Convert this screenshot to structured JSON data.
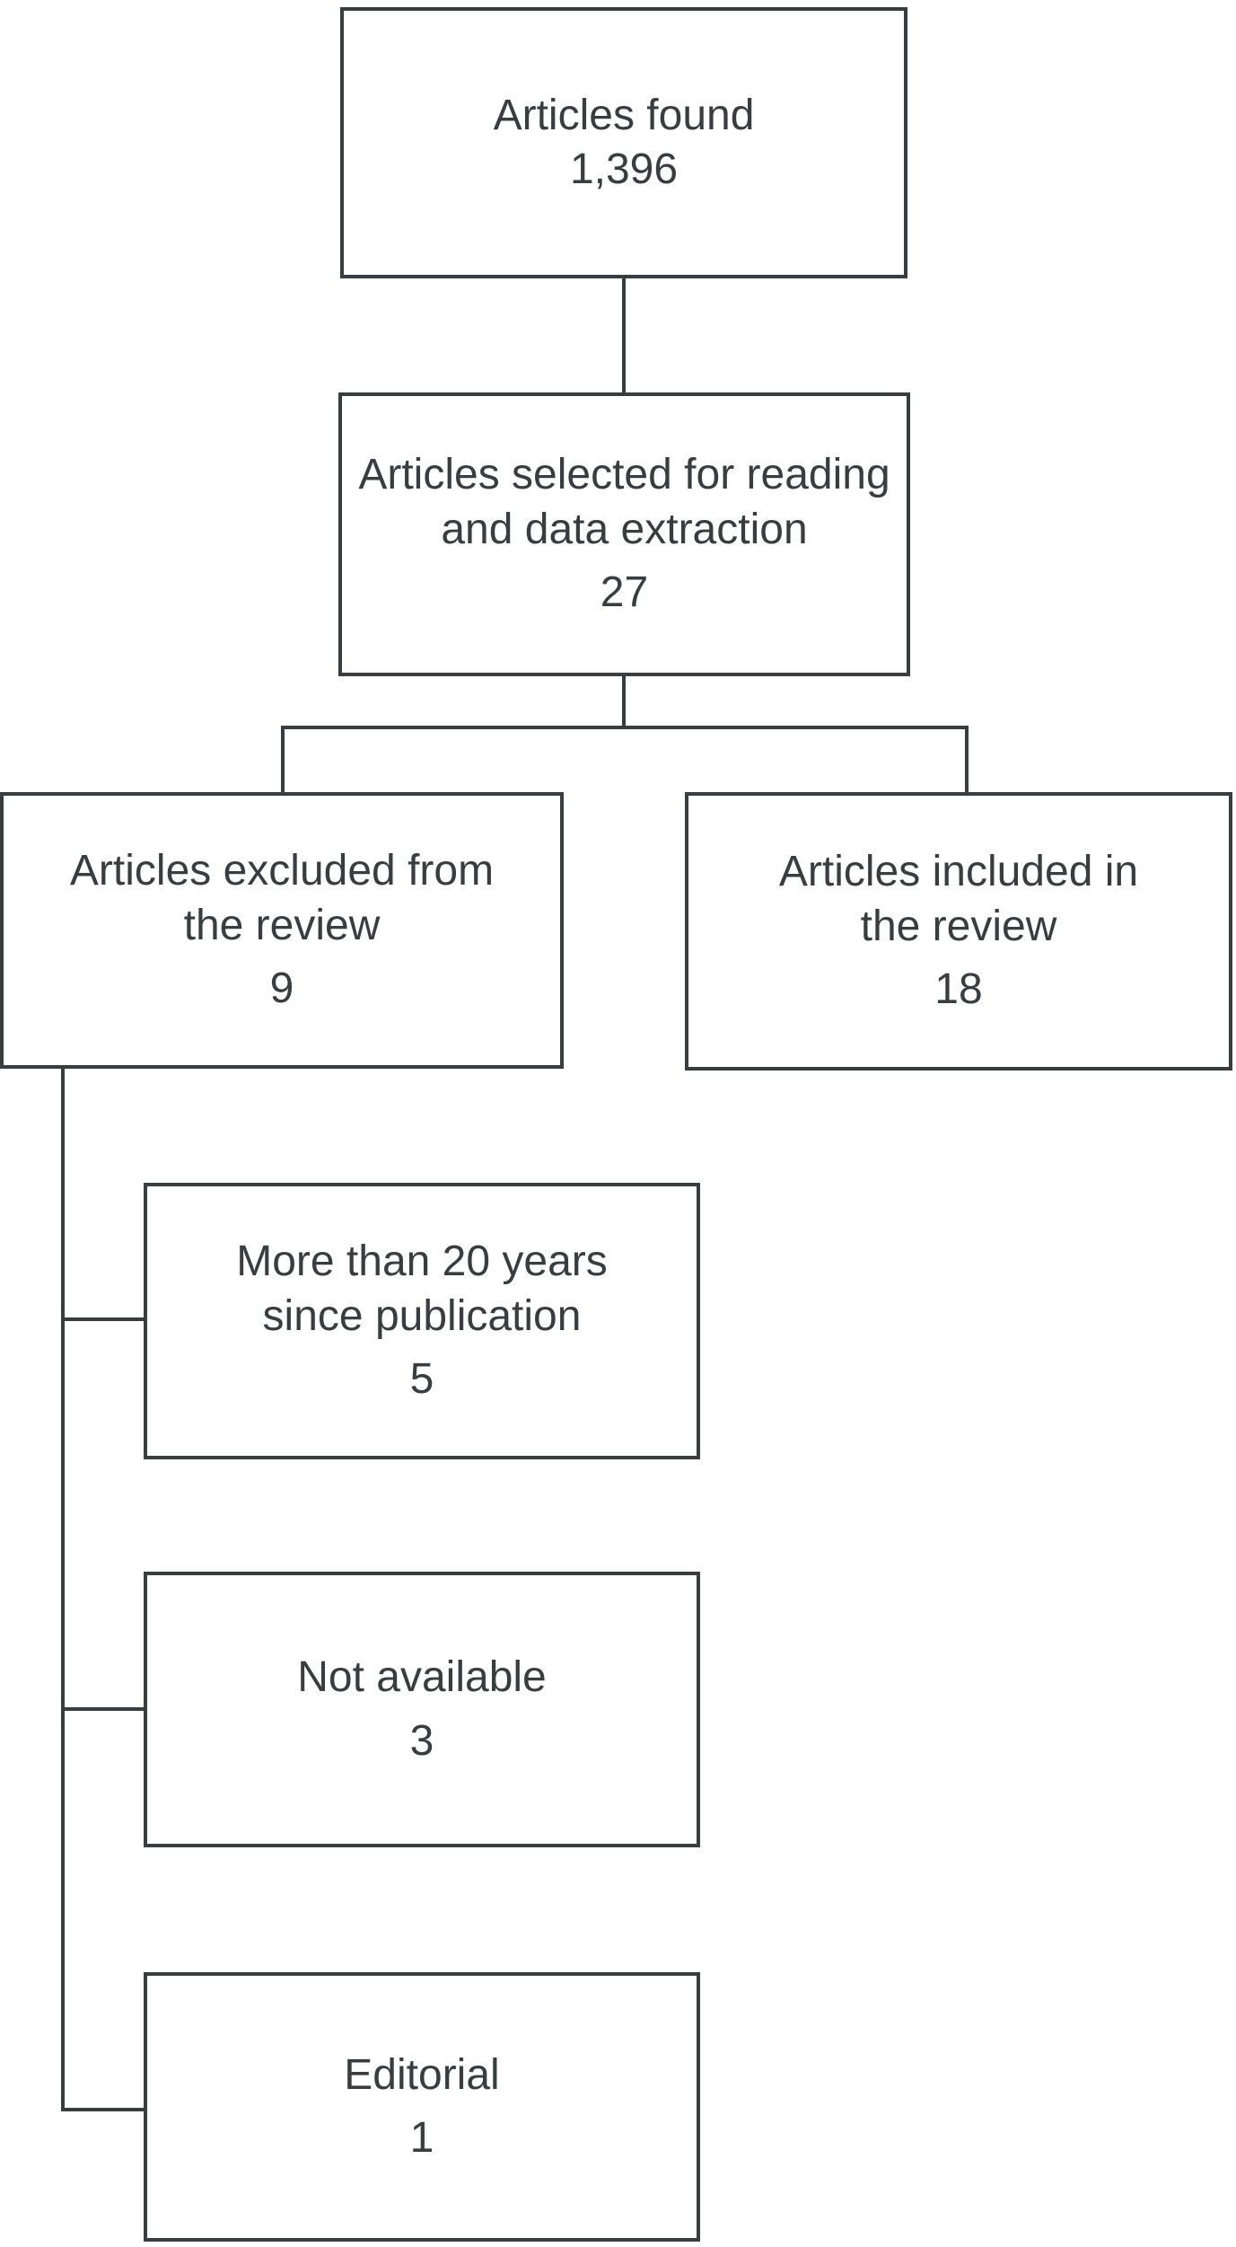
{
  "colors": {
    "line": "#3a3d3f",
    "text": "#3a3d3f",
    "background": "#ffffff"
  },
  "flowchart": {
    "boxes": [
      {
        "id": "found",
        "lines": [
          "Articles found"
        ],
        "count": "1,396"
      },
      {
        "id": "selected",
        "lines": [
          "Articles selected for reading",
          "and data extraction"
        ],
        "count": "27"
      },
      {
        "id": "excluded",
        "lines": [
          "Articles excluded from",
          "the review"
        ],
        "count": "9"
      },
      {
        "id": "included",
        "lines": [
          "Articles included in",
          "the review"
        ],
        "count": "18"
      },
      {
        "id": "age",
        "lines": [
          "More than 20 years",
          "since publication"
        ],
        "count": "5"
      },
      {
        "id": "notavail",
        "lines": [
          "Not available"
        ],
        "count": "3"
      },
      {
        "id": "editorial",
        "lines": [
          "Editorial"
        ],
        "count": "1"
      }
    ],
    "edges": [
      {
        "from": "found",
        "to": "selected"
      },
      {
        "from": "selected",
        "to": "excluded"
      },
      {
        "from": "selected",
        "to": "included"
      },
      {
        "from": "excluded",
        "to": "age"
      },
      {
        "from": "excluded",
        "to": "notavail"
      },
      {
        "from": "excluded",
        "to": "editorial"
      }
    ]
  }
}
